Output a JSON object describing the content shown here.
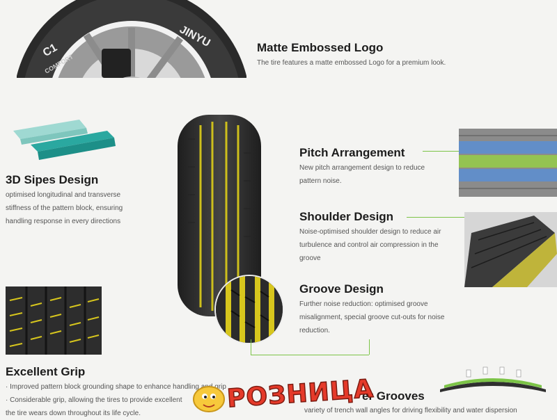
{
  "top_tire": {
    "sidewall_text_brand": "JINYU",
    "sidewall_text_model": "C1",
    "sidewall_text_line": "COMFORT"
  },
  "features": {
    "matte": {
      "title": "Matte Embossed Logo",
      "desc": "The tire features a matte embossed Logo for a premium look."
    },
    "sipes": {
      "title": "3D Sipes Design",
      "desc": "optimised longitudinal and transverse stiffness of the pattern block, ensuring handling response in every directions"
    },
    "pitch": {
      "title": "Pitch Arrangement",
      "desc": "New pitch arrangement design to reduce pattern noise."
    },
    "shoulder": {
      "title": "Shoulder Design",
      "desc": "Noise-optimised shoulder design to reduce air turbulence and control air compression in the groove"
    },
    "groove": {
      "title": "Groove  Design",
      "desc": "Further noise reduction: optimised groove misalignment, special groove cut-outs for noise reduction."
    },
    "grip": {
      "title": "Excellent Grip",
      "desc_lines": [
        "· Improved pattern block grounding shape to enhance handling and grip",
        "· Considerable grip, allowing the tires to provide excellent",
        "the tire wears down throughout its life cycle."
      ]
    },
    "trench": {
      "title": "er Grooves",
      "desc": "variety of trench wall angles for driving flexibility and water dispersion"
    }
  },
  "watermark": {
    "text": "РОЗНИЦА"
  },
  "colors": {
    "accent_green": "#7cc447",
    "tread_yellow": "#d7c61d",
    "teal": "#2aa8a0"
  }
}
